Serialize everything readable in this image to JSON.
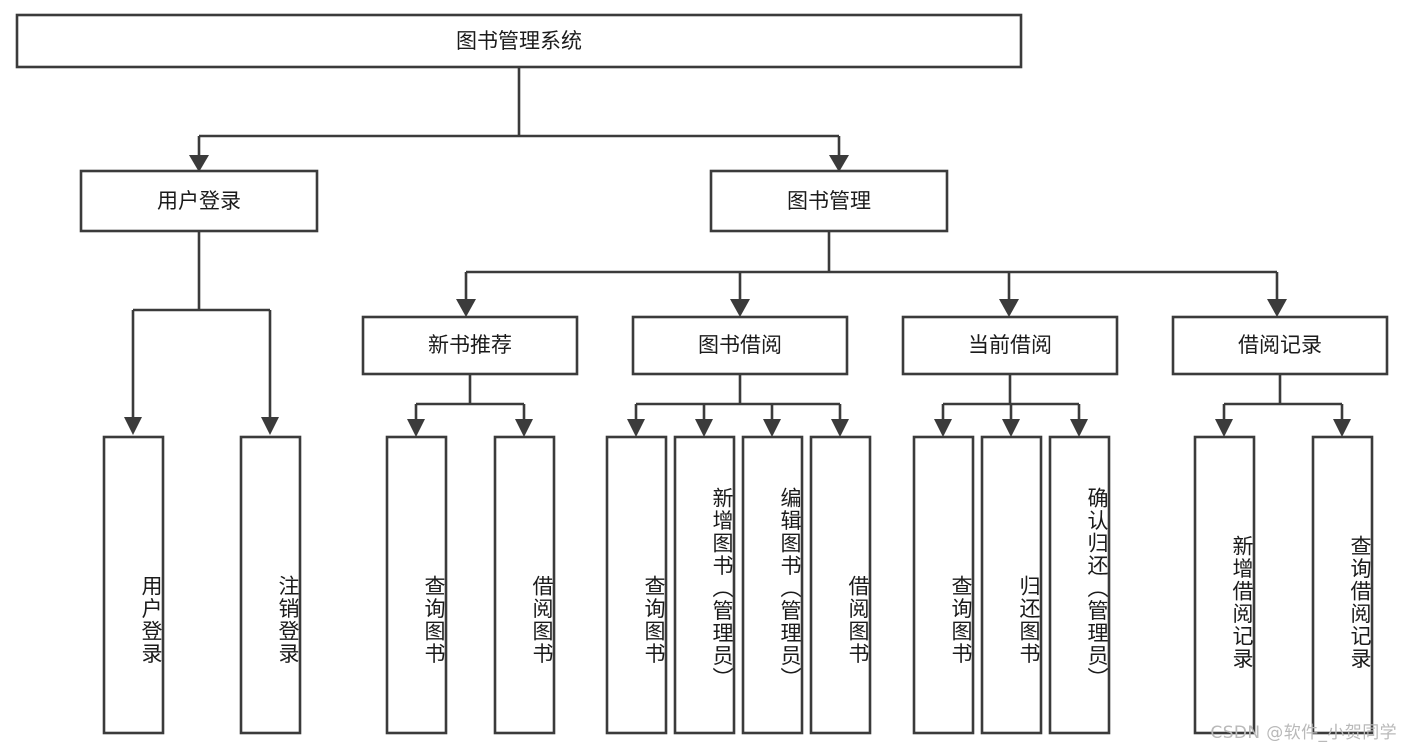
{
  "diagram": {
    "title": "图书管理系统",
    "root": {
      "id": "root",
      "label": "图书管理系统"
    },
    "level2": [
      {
        "id": "user-login",
        "label": "用户登录"
      },
      {
        "id": "book-manage",
        "label": "图书管理"
      }
    ],
    "level3": [
      {
        "id": "new-book-recommend",
        "label": "新书推荐",
        "parent": "book-manage"
      },
      {
        "id": "book-borrow",
        "label": "图书借阅",
        "parent": "book-manage"
      },
      {
        "id": "current-borrow",
        "label": "当前借阅",
        "parent": "book-manage"
      },
      {
        "id": "borrow-record",
        "label": "借阅记录",
        "parent": "book-manage"
      }
    ],
    "leaves": [
      {
        "id": "leaf-user-login",
        "label": "用户登录",
        "parent": "user-login"
      },
      {
        "id": "leaf-user-logout",
        "label": "注销登录",
        "parent": "user-login"
      },
      {
        "id": "leaf-recommend-query-book",
        "label": "查询图书",
        "parent": "new-book-recommend"
      },
      {
        "id": "leaf-recommend-borrow-book",
        "label": "借阅图书",
        "parent": "new-book-recommend"
      },
      {
        "id": "leaf-borrow-query-book",
        "label": "查询图书",
        "parent": "book-borrow"
      },
      {
        "id": "leaf-borrow-add-book",
        "label": "新增图书（管理员）",
        "parent": "book-borrow"
      },
      {
        "id": "leaf-borrow-edit-book",
        "label": "编辑图书（管理员）",
        "parent": "book-borrow"
      },
      {
        "id": "leaf-borrow-borrow-book",
        "label": "借阅图书",
        "parent": "book-borrow"
      },
      {
        "id": "leaf-current-query-book",
        "label": "查询图书",
        "parent": "current-borrow"
      },
      {
        "id": "leaf-current-return-book",
        "label": "归还图书",
        "parent": "current-borrow"
      },
      {
        "id": "leaf-current-confirm-return",
        "label": "确认归还（管理员）",
        "parent": "current-borrow"
      },
      {
        "id": "leaf-record-add",
        "label": "新增借阅记录",
        "parent": "borrow-record"
      },
      {
        "id": "leaf-record-query",
        "label": "查询借阅记录",
        "parent": "borrow-record"
      }
    ],
    "colors": {
      "stroke": "#3b3b3b",
      "fill": "#ffffff",
      "text": "#1b1b1b",
      "watermark": "#b9b9b9"
    }
  },
  "watermark": {
    "text": "CSDN @软件_小贺同学"
  }
}
